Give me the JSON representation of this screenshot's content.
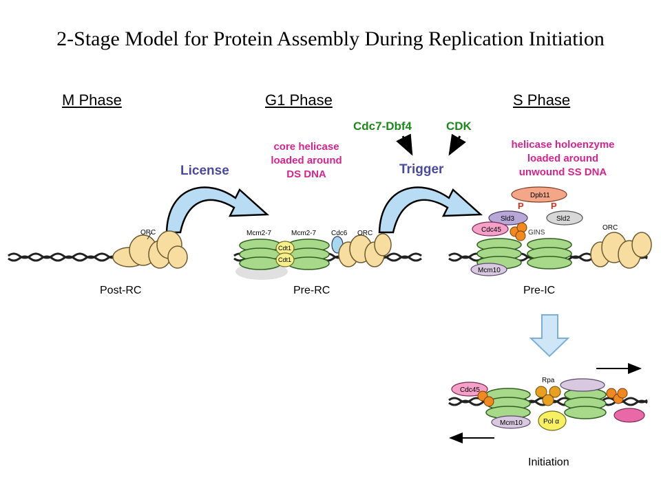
{
  "title": "2-Stage Model for Protein Assembly During Replication Initiation",
  "phases": {
    "m": "M Phase",
    "g1": "G1 Phase",
    "s": "S Phase"
  },
  "license": "License",
  "trigger": "Trigger",
  "kinases": {
    "cdc7": "Cdc7-Dbf4",
    "cdk": "CDK"
  },
  "core_helicase": [
    "core helicase",
    "loaded around",
    "DS DNA"
  ],
  "holoenzyme": [
    "helicase holoenzyme",
    "loaded around",
    "unwound SS DNA"
  ],
  "stages": {
    "post_rc": "Post-RC",
    "pre_rc": "Pre-RC",
    "pre_ic": "Pre-IC",
    "initiation": "Initiation"
  },
  "proteins": {
    "orc": "ORC",
    "mcm": "Mcm2-7",
    "cdt1": "Cdt1",
    "cdc6": "Cdc6",
    "dpb11": "Dpb11",
    "p": "P",
    "sld3": "Sld3",
    "sld2": "Sld2",
    "cdc45": "Cdc45",
    "gins": "GINS",
    "mcm10": "Mcm10",
    "rpa": "Rpa",
    "pol": "Pol α"
  },
  "colors": {
    "magenta": "#d6248f",
    "green_label": "#1a8a1a",
    "blue_label": "#4a4a9c",
    "mcm_green": "#a8d88a",
    "orc_tan": "#f7dea0",
    "cdc45_pink": "#f4a0c8",
    "mcm10_lavender": "#d8c8e0",
    "orange": "#f08a20",
    "arrow_blue": "#b8dcf4"
  }
}
